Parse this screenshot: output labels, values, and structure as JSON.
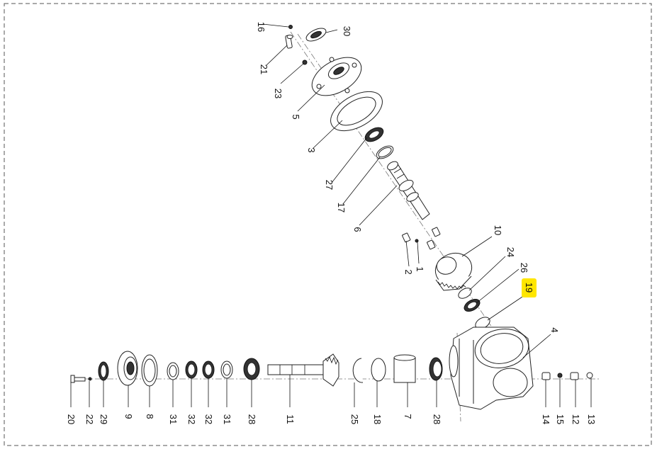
{
  "diagram": {
    "highlight_color": "#ffe600",
    "callouts": [
      {
        "id": "c16",
        "label": "16"
      },
      {
        "id": "c30",
        "label": "30"
      },
      {
        "id": "c21",
        "label": "21"
      },
      {
        "id": "c23",
        "label": "23"
      },
      {
        "id": "c5",
        "label": "5"
      },
      {
        "id": "c3",
        "label": "3"
      },
      {
        "id": "c27",
        "label": "27"
      },
      {
        "id": "c17",
        "label": "17"
      },
      {
        "id": "c6",
        "label": "6"
      },
      {
        "id": "c10",
        "label": "10"
      },
      {
        "id": "c2",
        "label": "2"
      },
      {
        "id": "c1",
        "label": "1"
      },
      {
        "id": "c24",
        "label": "24"
      },
      {
        "id": "c26",
        "label": "26"
      },
      {
        "id": "c19",
        "label": "19",
        "highlighted": true
      },
      {
        "id": "c4",
        "label": "4"
      },
      {
        "id": "c20",
        "label": "20"
      },
      {
        "id": "c22",
        "label": "22"
      },
      {
        "id": "c29",
        "label": "29"
      },
      {
        "id": "c9",
        "label": "9"
      },
      {
        "id": "c8",
        "label": "8"
      },
      {
        "id": "c31a",
        "label": "31"
      },
      {
        "id": "c32a",
        "label": "32"
      },
      {
        "id": "c32b",
        "label": "32"
      },
      {
        "id": "c31b",
        "label": "31"
      },
      {
        "id": "c28a",
        "label": "28"
      },
      {
        "id": "c11",
        "label": "11"
      },
      {
        "id": "c25",
        "label": "25"
      },
      {
        "id": "c18",
        "label": "18"
      },
      {
        "id": "c7",
        "label": "7"
      },
      {
        "id": "c28b",
        "label": "28"
      },
      {
        "id": "c14",
        "label": "14"
      },
      {
        "id": "c15",
        "label": "15"
      },
      {
        "id": "c12",
        "label": "12"
      },
      {
        "id": "c13",
        "label": "13"
      }
    ]
  }
}
